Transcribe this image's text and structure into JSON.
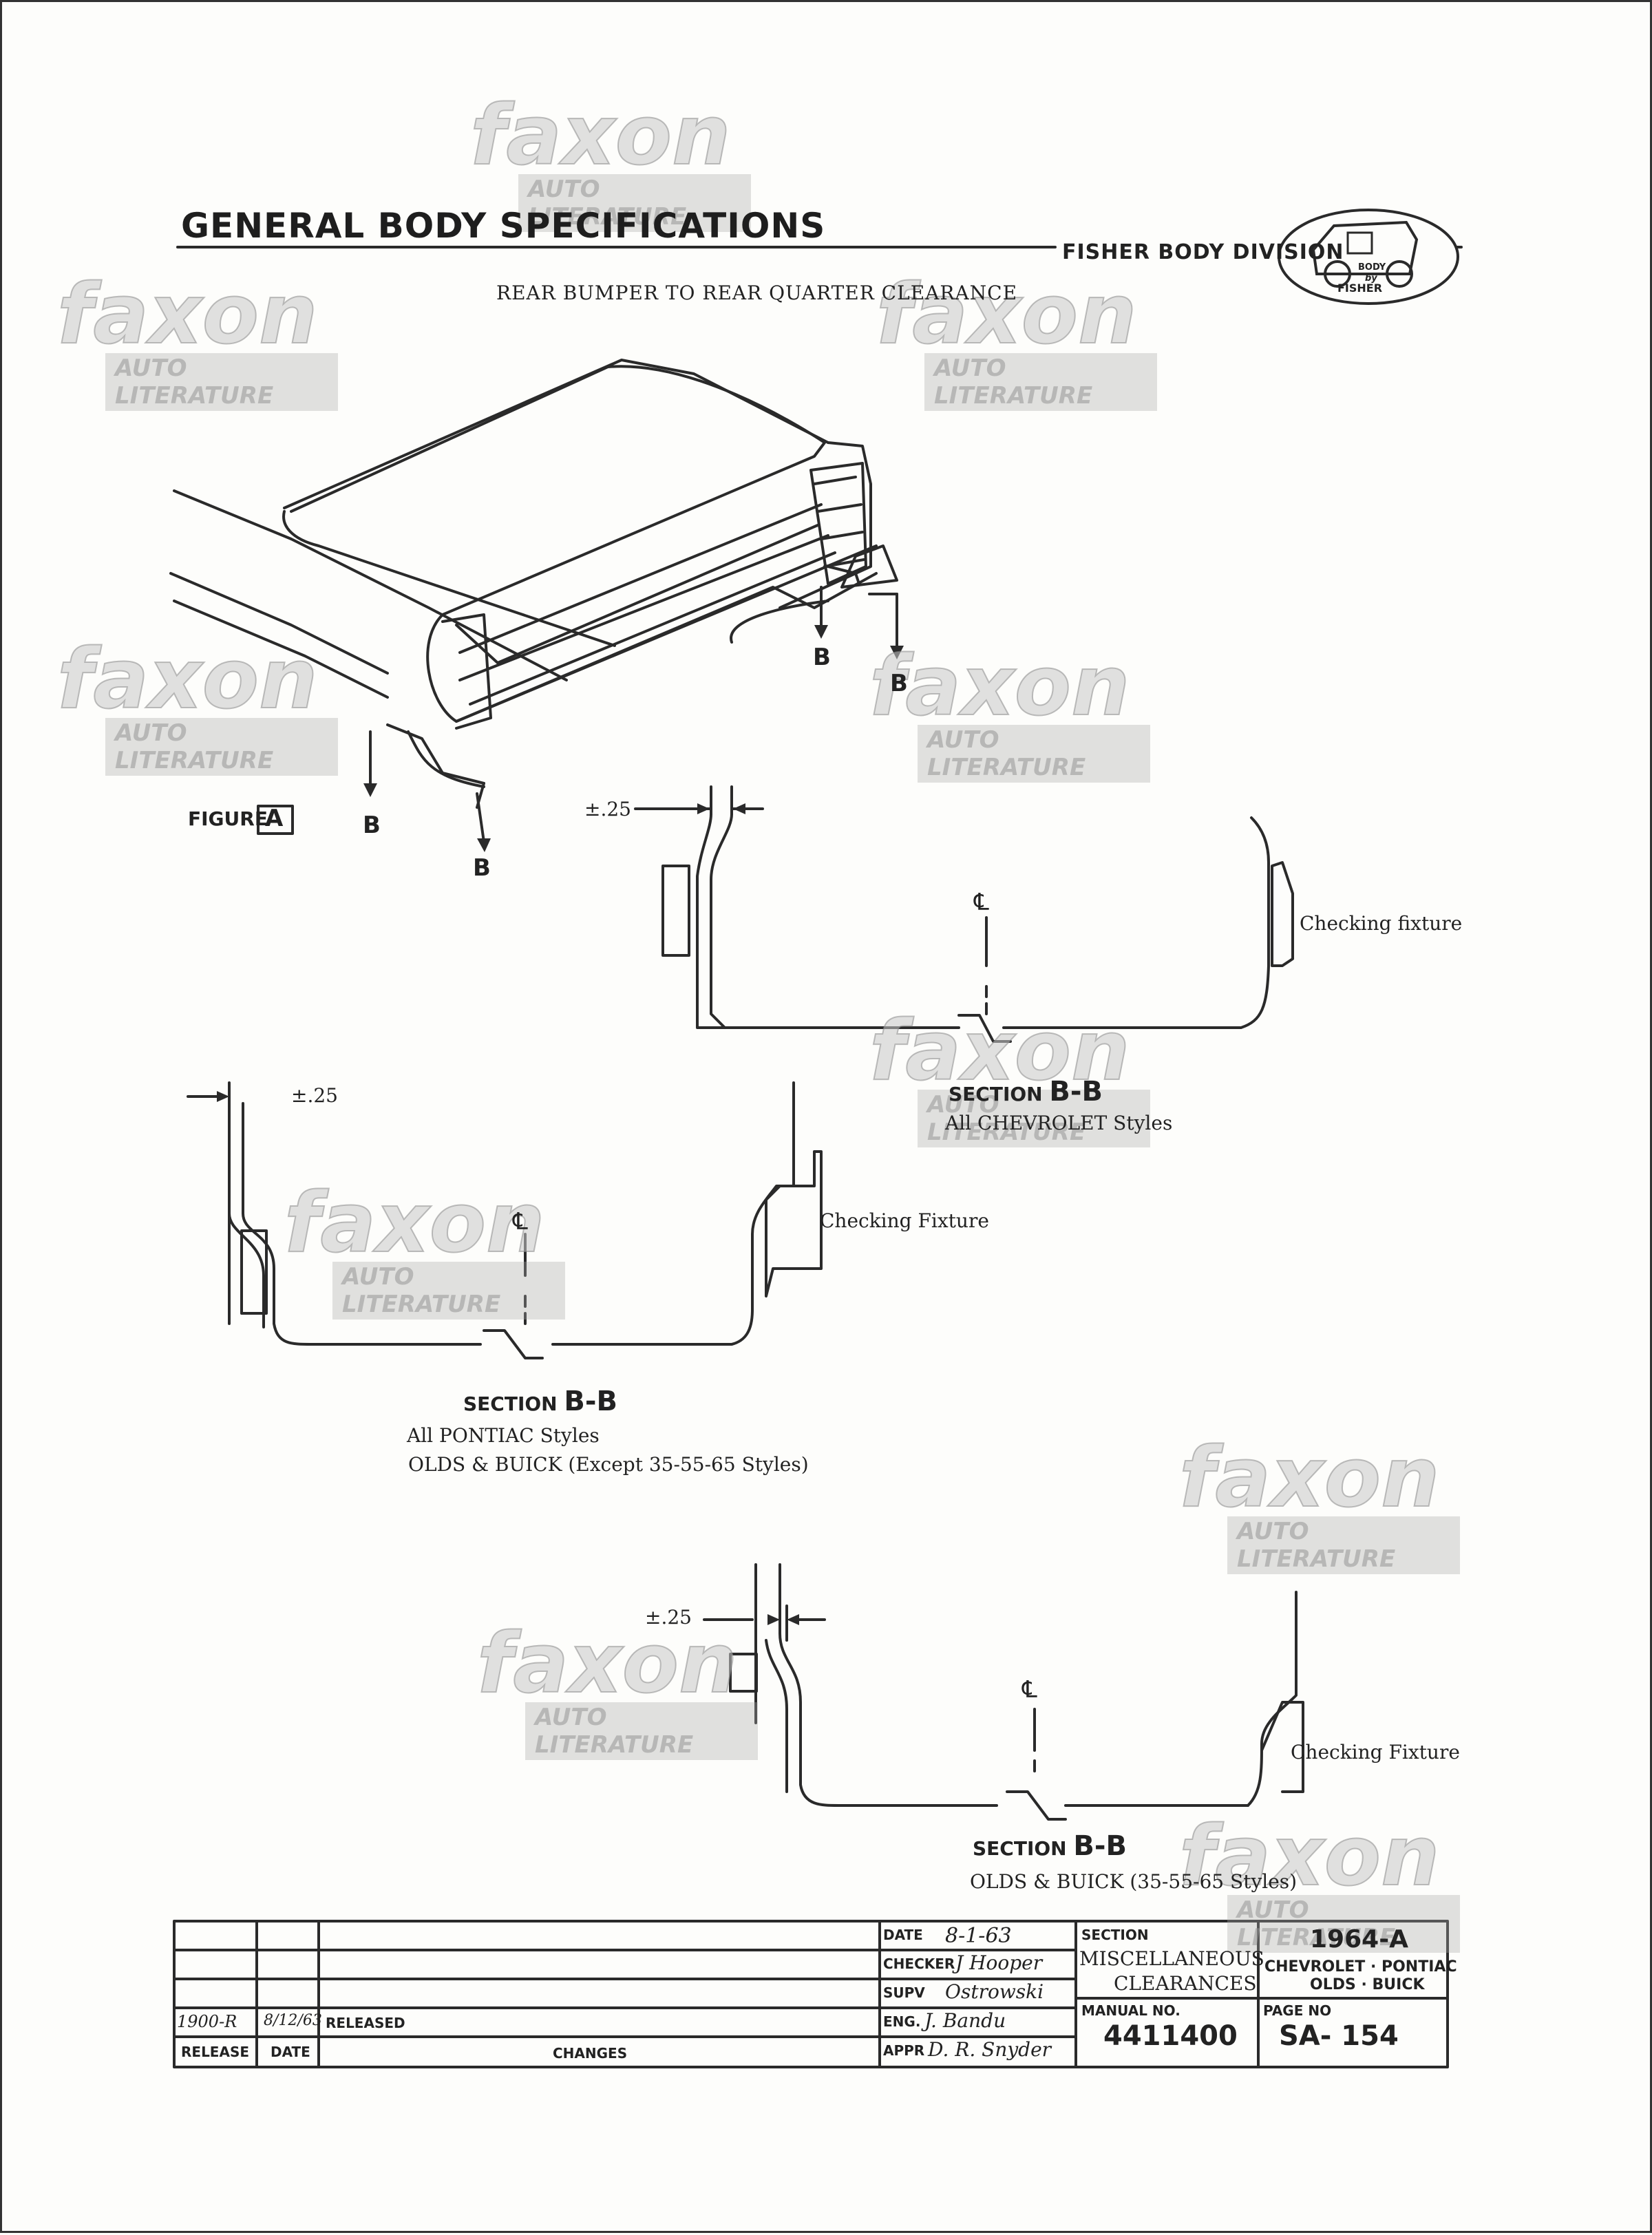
{
  "header": {
    "title": "GENERAL BODY SPECIFICATIONS",
    "division": "FISHER BODY DIVISION",
    "logo_top": "BODY",
    "logo_mid": "by",
    "logo_bottom": "FISHER",
    "subtitle": "REAR BUMPER TO REAR QUARTER CLEARANCE"
  },
  "figure": {
    "label": "FIGURE",
    "letter": "A",
    "section_marker": "B"
  },
  "chevrolet": {
    "dimension": "±.25",
    "centerline": "℄",
    "fixture": "Checking fixture",
    "section": "SECTION",
    "section_id": "B-B",
    "caption": "All CHEVROLET Styles"
  },
  "pontiac": {
    "dimension": "±.25",
    "centerline": "℄",
    "fixture": "Checking Fixture",
    "section": "SECTION",
    "section_id": "B-B",
    "caption_1": "All PONTIAC Styles",
    "caption_2": "OLDS & BUICK (Except 35-55-65 Styles)"
  },
  "olds": {
    "dimension": "±.25",
    "centerline": "℄",
    "fixture": "Checking Fixture",
    "section": "SECTION",
    "section_id": "B-B",
    "caption": "OLDS & BUICK (35-55-65 Styles)"
  },
  "watermark": {
    "brand": "faxon",
    "sub": "AUTO LITERATURE"
  },
  "title_block": {
    "release_value": "1900-R",
    "date_value": "8/12/63",
    "released": "RELEASED",
    "release_hdr": "RELEASE",
    "date_hdr": "DATE",
    "changes_hdr": "CHANGES",
    "date_label": "DATE",
    "date": "8-1-63",
    "checker_label": "CHECKER",
    "checker": "J Hooper",
    "supv_label": "SUPV",
    "supv": "Ostrowski",
    "eng_label": "ENG.",
    "eng": "J. Bandu",
    "appr_label": "APPR",
    "appr": "D. R. Snyder",
    "section_label": "SECTION",
    "section_1": "MISCELLANEOUS",
    "section_2": "CLEARANCES",
    "manual_label": "MANUAL NO.",
    "manual_no": "4411400",
    "model": "1964-A",
    "makes_1": "CHEVROLET · PONTIAC",
    "makes_2": "OLDS · BUICK",
    "page_label": "PAGE NO",
    "page_no": "SA- 154"
  }
}
